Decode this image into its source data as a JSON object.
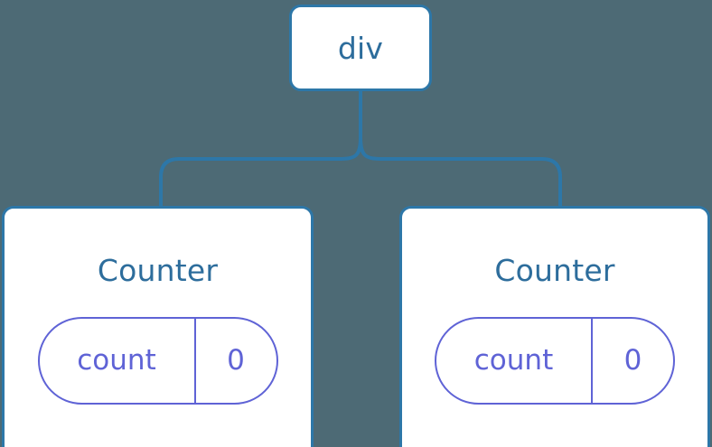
{
  "diagram": {
    "type": "component-tree",
    "background_color": "#4d6a75",
    "node_border_color": "#2d77a8",
    "node_fill_color": "#ffffff",
    "node_label_color": "#2d6d9c",
    "state_pill_color": "#5f63d6",
    "connector_color": "#2d77a8",
    "root": {
      "label": "div"
    },
    "children": [
      {
        "title": "Counter",
        "state": {
          "key": "count",
          "value": "0"
        }
      },
      {
        "title": "Counter",
        "state": {
          "key": "count",
          "value": "0"
        }
      }
    ]
  }
}
